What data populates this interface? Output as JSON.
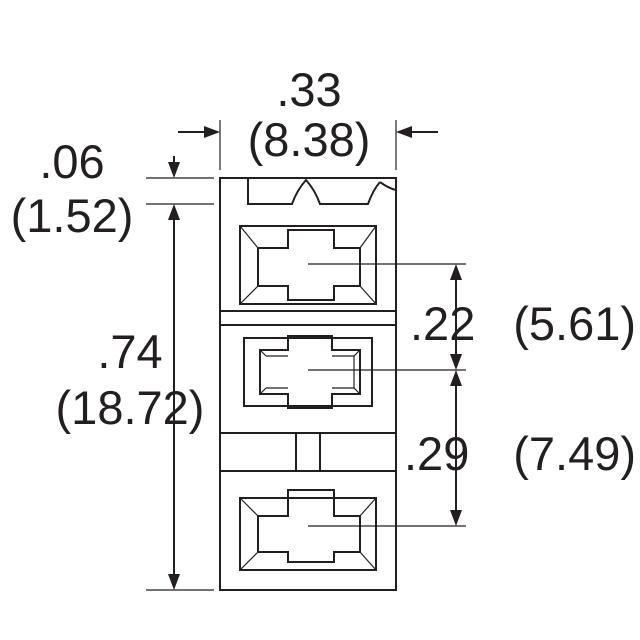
{
  "dimensions": {
    "width": {
      "inch": ".33",
      "mm": "(8.38)"
    },
    "top_offset": {
      "inch": ".06",
      "mm": "(1.52)"
    },
    "height": {
      "inch": ".74",
      "mm": "(18.72)"
    },
    "pitch_upper": {
      "inch": ".22",
      "mm": "(5.61)"
    },
    "pitch_lower": {
      "inch": ".29",
      "mm": "(7.49)"
    }
  },
  "colors": {
    "line": "#231f20",
    "background": "#ffffff"
  }
}
